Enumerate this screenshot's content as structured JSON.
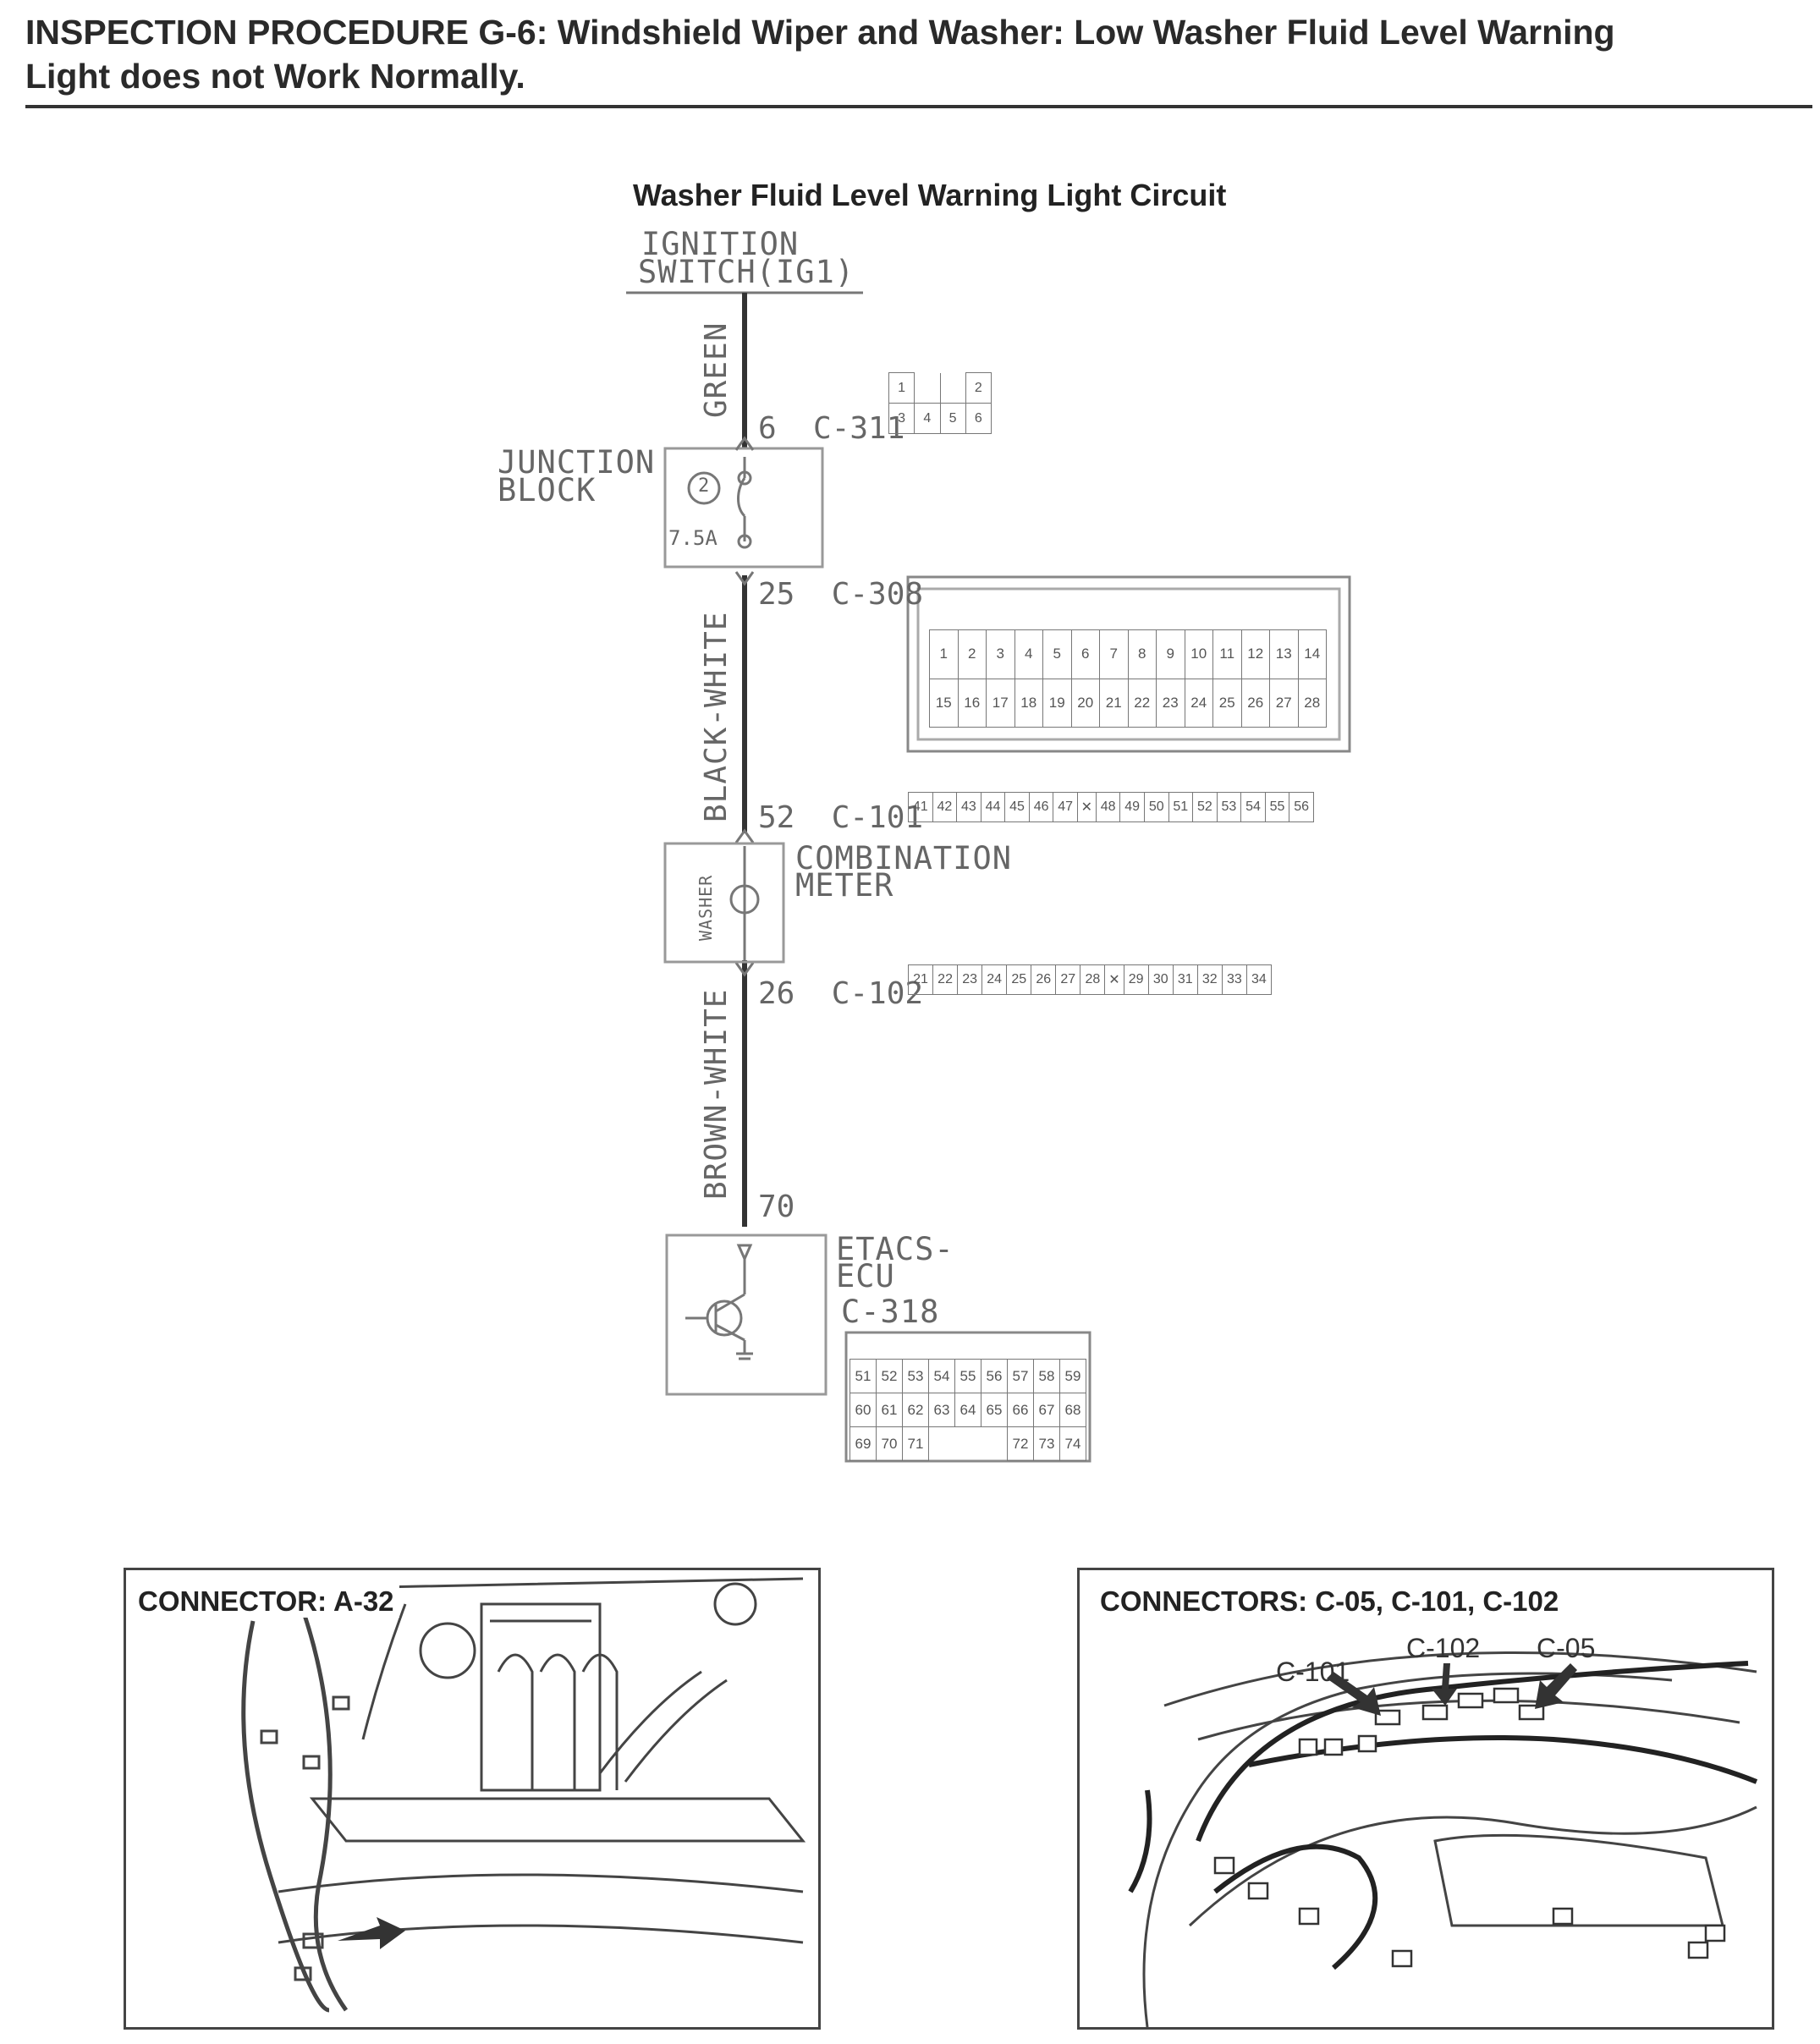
{
  "header": {
    "title_line1": "INSPECTION PROCEDURE G-6: Windshield Wiper and Washer: Low Washer Fluid Level Warning",
    "title_line2": "Light does not Work Normally."
  },
  "diagram": {
    "title": "Washer Fluid Level Warning Light Circuit",
    "ignition_line1": "IGNITION",
    "ignition_line2": "SWITCH(IG1)",
    "wire_green": "GREEN",
    "wire_black_white": "BLACK-WHITE",
    "wire_brown_white": "BROWN-WHITE",
    "pin_c311": "6  C-311",
    "pin_c308": "25  C-308",
    "pin_c101": "52  C-101",
    "pin_c102": "26  C-102",
    "pin_70": "70",
    "junction_line1": "JUNCTION",
    "junction_line2": "BLOCK",
    "fuse_number": "2",
    "fuse_rating": "7.5A",
    "meter_line1": "COMBINATION",
    "meter_line2": "METER",
    "washer_label": "WASHER",
    "etacs_line1": "ETACS-",
    "etacs_line2": "ECU",
    "etacs_connector": "C-318",
    "c311_pins_top": [
      "1",
      "2"
    ],
    "c311_pins_bottom": [
      "3",
      "4",
      "5",
      "6"
    ],
    "c308_row1": [
      "1",
      "2",
      "3",
      "4",
      "5",
      "6",
      "7",
      "8",
      "9",
      "10",
      "11",
      "12",
      "13",
      "14"
    ],
    "c308_row2": [
      "15",
      "16",
      "17",
      "18",
      "19",
      "20",
      "21",
      "22",
      "23",
      "24",
      "25",
      "26",
      "27",
      "28"
    ],
    "c101_pins": [
      "41",
      "42",
      "43",
      "44",
      "45",
      "46",
      "47",
      "",
      "48",
      "49",
      "50",
      "51",
      "52",
      "53",
      "54",
      "55",
      "56"
    ],
    "c102_pins": [
      "21",
      "22",
      "23",
      "24",
      "25",
      "26",
      "27",
      "28",
      "",
      "29",
      "30",
      "31",
      "32",
      "33",
      "34"
    ],
    "c318_row1": [
      "51",
      "52",
      "53",
      "54",
      "55",
      "56",
      "57",
      "58",
      "59"
    ],
    "c318_row2": [
      "60",
      "61",
      "62",
      "63",
      "64",
      "65",
      "66",
      "67",
      "68"
    ],
    "c318_row3": [
      "69",
      "70",
      "71",
      "",
      "",
      "",
      "72",
      "73",
      "74"
    ]
  },
  "panels": {
    "left_title": "CONNECTOR: A-32",
    "right_title": "CONNECTORS: C-05, C-101, C-102",
    "callout_c101": "C-101",
    "callout_c102": "C-102",
    "callout_c05": "C-05"
  }
}
